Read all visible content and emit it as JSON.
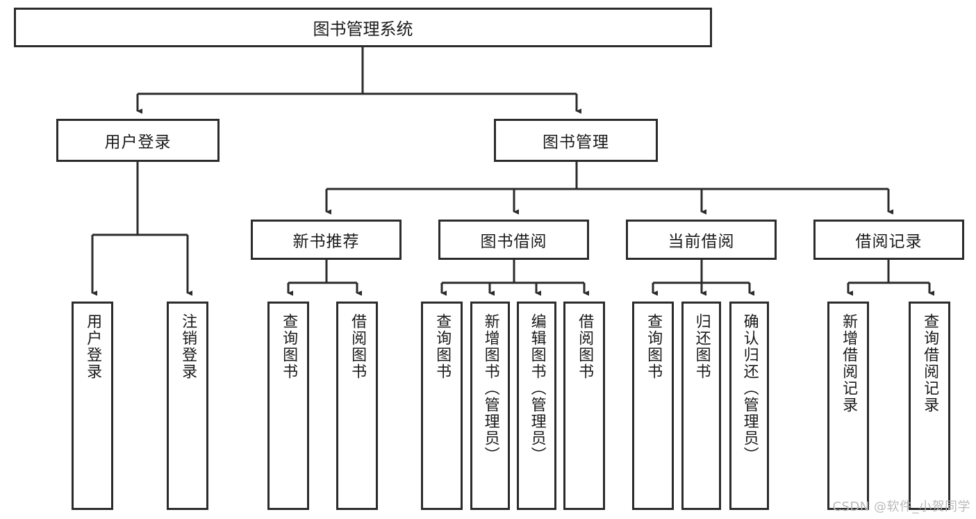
{
  "diagram": {
    "title": "图书管理系统",
    "type": "tree",
    "watermark": "CSDN @软件_小贺同学",
    "colors": {
      "box_border": "#2b2b2b",
      "box_fill": "#ffffff",
      "connector": "#2b2b2b",
      "text": "#1a1a1a",
      "watermark": "#b9b9b9"
    },
    "root": {
      "label": "图书管理系统"
    },
    "level1": [
      {
        "id": "user-login",
        "label": "用户登录"
      },
      {
        "id": "book-management",
        "label": "图书管理"
      }
    ],
    "level2": [
      {
        "id": "new-book-recommend",
        "label": "新书推荐",
        "parent": "book-management"
      },
      {
        "id": "book-borrow",
        "label": "图书借阅",
        "parent": "book-management"
      },
      {
        "id": "current-borrow",
        "label": "当前借阅",
        "parent": "book-management"
      },
      {
        "id": "borrow-record",
        "label": "借阅记录",
        "parent": "book-management"
      }
    ],
    "leaves": [
      {
        "id": "leaf-user-login",
        "label": "用户登录",
        "parent": "user-login"
      },
      {
        "id": "leaf-user-logout",
        "label": "注销登录",
        "parent": "user-login"
      },
      {
        "id": "leaf-query-book-1",
        "label": "查询图书",
        "parent": "new-book-recommend"
      },
      {
        "id": "leaf-borrow-book-1",
        "label": "借阅图书",
        "parent": "new-book-recommend"
      },
      {
        "id": "leaf-query-book-2",
        "label": "查询图书",
        "parent": "book-borrow"
      },
      {
        "id": "leaf-add-book",
        "label": "新增图书（管理员）",
        "parent": "book-borrow"
      },
      {
        "id": "leaf-edit-book",
        "label": "编辑图书（管理员）",
        "parent": "book-borrow"
      },
      {
        "id": "leaf-borrow-book-2",
        "label": "借阅图书",
        "parent": "book-borrow"
      },
      {
        "id": "leaf-query-book-3",
        "label": "查询图书",
        "parent": "current-borrow"
      },
      {
        "id": "leaf-return-book",
        "label": "归还图书",
        "parent": "current-borrow"
      },
      {
        "id": "leaf-confirm-return",
        "label": "确认归还（管理员）",
        "parent": "current-borrow"
      },
      {
        "id": "leaf-add-record",
        "label": "新增借阅记录",
        "parent": "borrow-record"
      },
      {
        "id": "leaf-query-record",
        "label": "查询借阅记录",
        "parent": "borrow-record"
      }
    ]
  }
}
